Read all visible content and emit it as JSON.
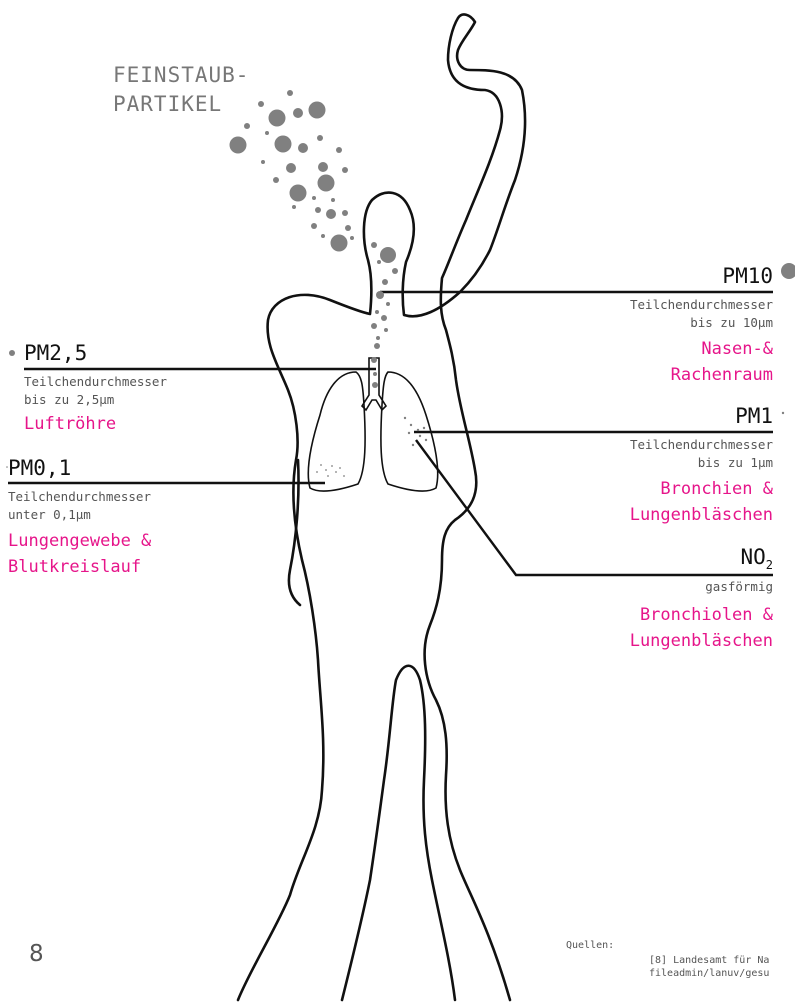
{
  "heading": {
    "line1": "FEINSTAUB-",
    "line2": "PARTIKEL"
  },
  "labels": {
    "pm10": {
      "title": "PM10",
      "desc1": "Teilchendurchmesser",
      "desc2": "bis zu 10µm",
      "organ1": "Nasen-&",
      "organ2": "Rachenraum"
    },
    "pm25": {
      "title": "PM2,5",
      "desc1": "Teilchendurchmesser",
      "desc2": "bis zu 2,5µm",
      "organ1": "Luftröhre"
    },
    "pm1": {
      "title": "PM1",
      "desc1": "Teilchendurchmesser",
      "desc2": "bis zu 1µm",
      "organ1": "Bronchien &",
      "organ2": "Lungenbläschen"
    },
    "pm01": {
      "title": "PM0,1",
      "desc1": "Teilchendurchmesser",
      "desc2": "unter 0,1µm",
      "organ1": "Lungengewebe &",
      "organ2": "Blutkreislauf"
    },
    "no2": {
      "title_main": "NO",
      "title_sub": "2",
      "desc1": "gasförmig",
      "organ1": "Bronchiolen &",
      "organ2": "Lungenbläschen"
    }
  },
  "sources": {
    "label": "Quellen:",
    "line1": "[8] Landesamt für Na",
    "line2": "fileadmin/lanuv/gesu"
  },
  "page_number": "8",
  "colors": {
    "accent": "#e6158a",
    "particle": "#808080",
    "outline": "#111111",
    "text_gray": "#555555"
  }
}
